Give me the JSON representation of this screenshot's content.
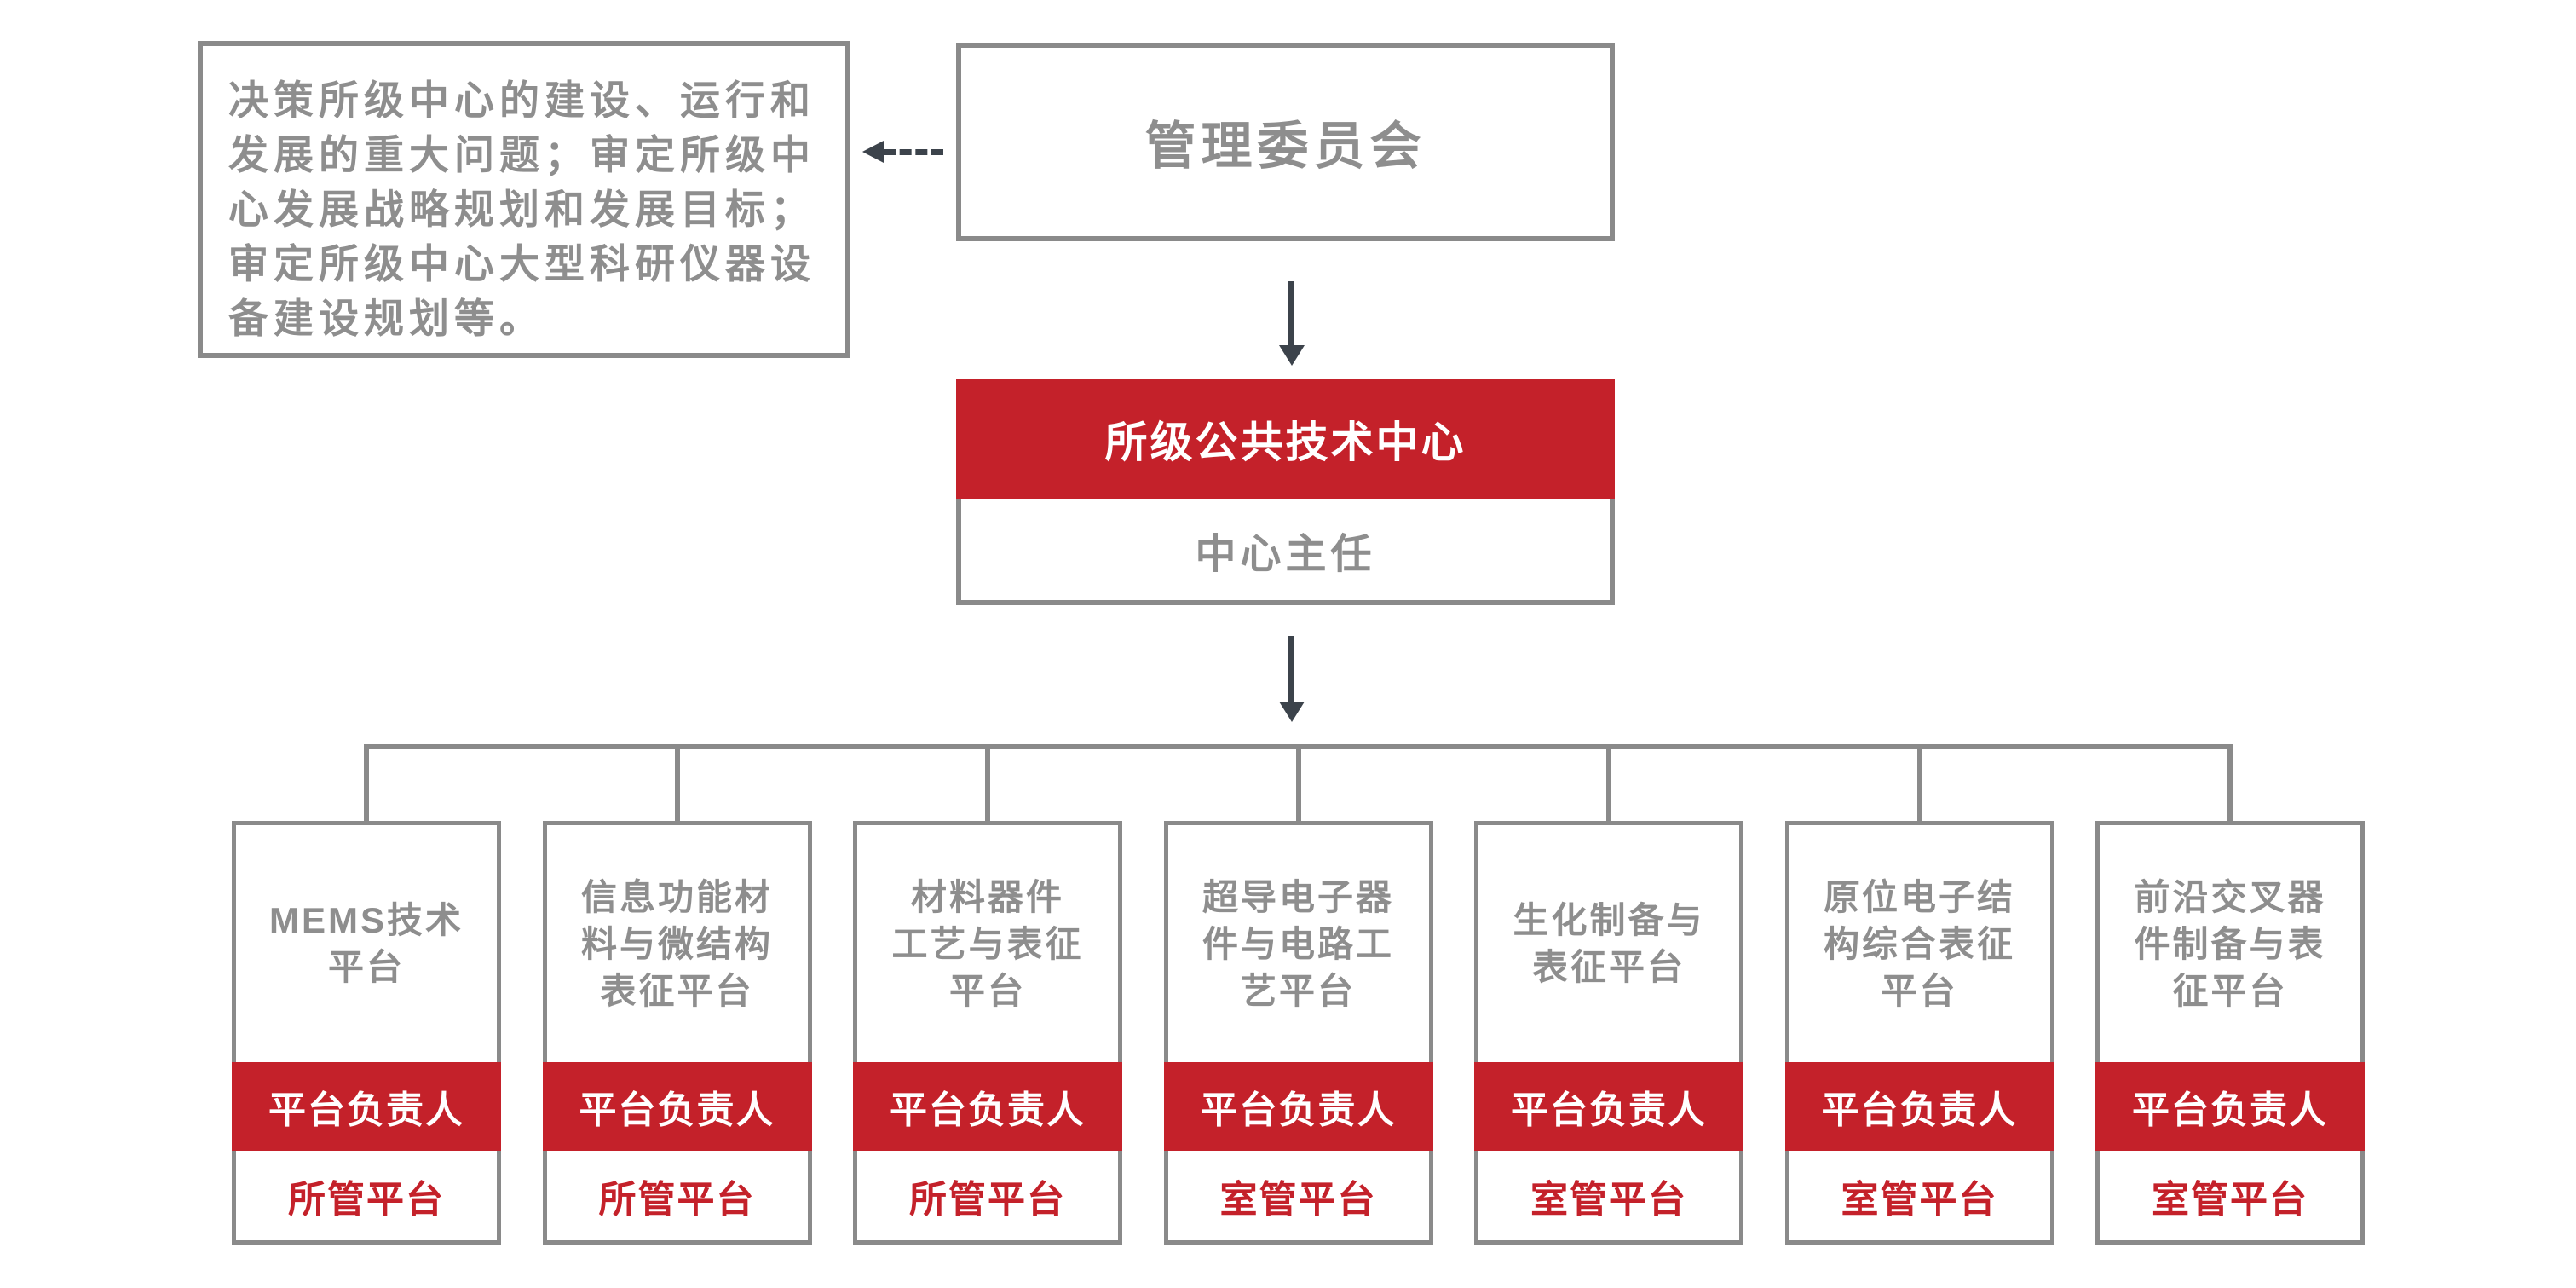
{
  "palette": {
    "accent_red": "#c4212a",
    "line_gray": "#8a8a8a",
    "text_gray": "#8e8e8e",
    "arrow_dark": "#3c434b"
  },
  "note_box": {
    "text": "决策所级中心的建设、运行和\n发展的重大问题；审定所级中\n心发展战略规划和发展目标；\n审定所级中心大型科研仪器设\n备建设规划等。"
  },
  "committee_box": {
    "label": "管理委员会"
  },
  "center_box": {
    "title": "所级公共技术中心",
    "subtitle": "中心主任"
  },
  "platforms": [
    {
      "title": "MEMS技术\n平台",
      "leader": "平台负责人",
      "managed": "所管平台"
    },
    {
      "title": "信息功能材\n料与微结构\n表征平台",
      "leader": "平台负责人",
      "managed": "所管平台"
    },
    {
      "title": "材料器件\n工艺与表征\n平台",
      "leader": "平台负责人",
      "managed": "所管平台"
    },
    {
      "title": "超导电子器\n件与电路工\n艺平台",
      "leader": "平台负责人",
      "managed": "室管平台"
    },
    {
      "title": "生化制备与\n表征平台",
      "leader": "平台负责人",
      "managed": "室管平台"
    },
    {
      "title": "原位电子结\n构综合表征\n平台",
      "leader": "平台负责人",
      "managed": "室管平台"
    },
    {
      "title": "前沿交叉器\n件制备与表\n征平台",
      "leader": "平台负责人",
      "managed": "室管平台"
    }
  ]
}
